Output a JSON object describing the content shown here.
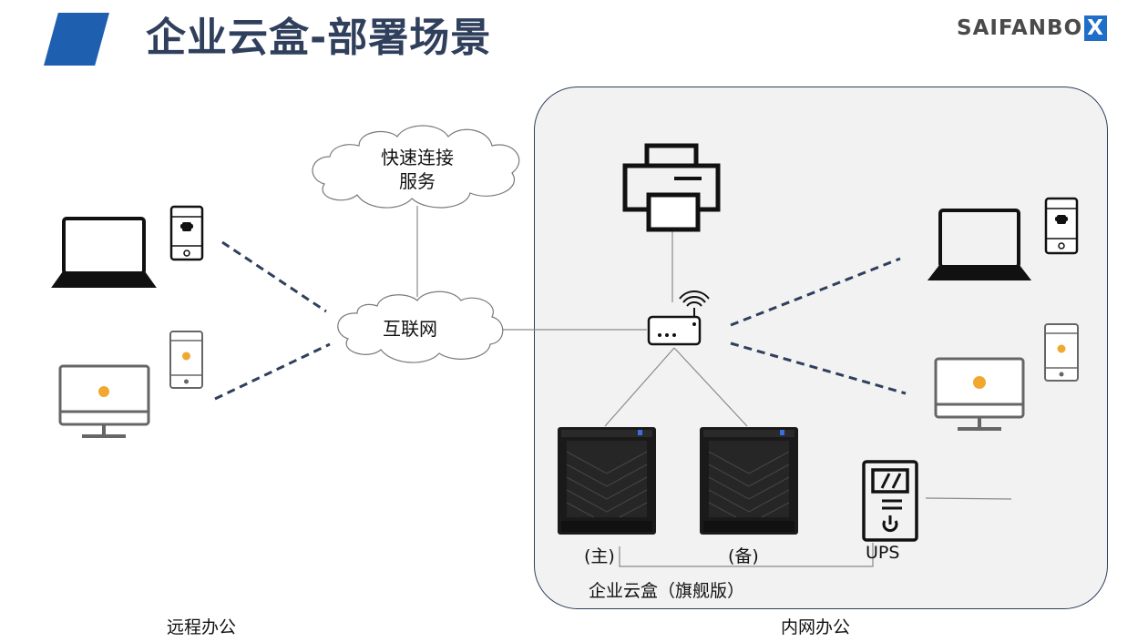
{
  "header": {
    "title": "企业云盒-部署场景",
    "logo_main": "SAIFANBO",
    "logo_x": "X"
  },
  "clouds": {
    "service_line1": "快速连接",
    "service_line2": "服务",
    "internet": "互联网"
  },
  "devices": {
    "nas_primary": "(主)",
    "nas_backup": "(备)",
    "ups": "UPS",
    "cloudbox_caption": "企业云盒（旗舰版）"
  },
  "zones": {
    "remote": "远程办公",
    "intranet": "内网办公"
  },
  "colors": {
    "title": "#2f3f5c",
    "accent": "#1f5fb0",
    "apple": "#f0a830",
    "line": "#2f3f5c"
  },
  "icons": [
    "laptop-icon",
    "android-phone-icon",
    "apple-phone-icon",
    "imac-icon",
    "printer-icon",
    "router-icon",
    "nas-icon",
    "ups-icon",
    "cloud-icon"
  ]
}
